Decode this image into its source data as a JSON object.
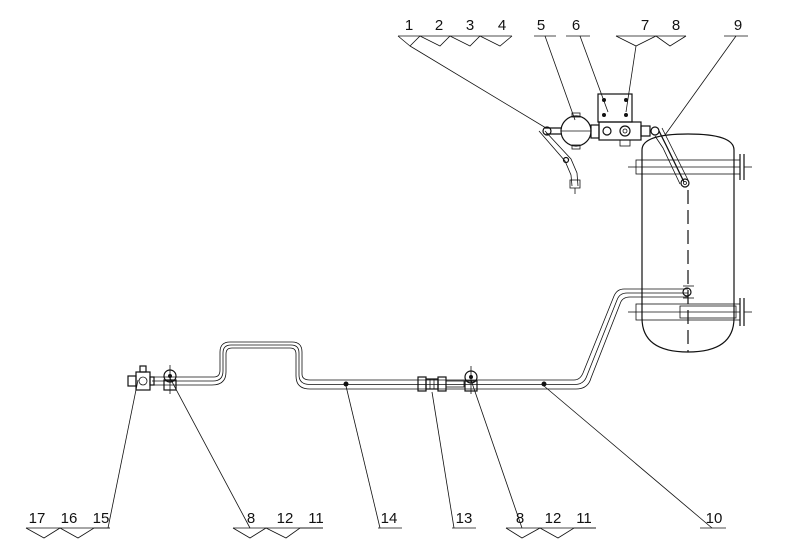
{
  "callouts_top": [
    "1",
    "2",
    "3",
    "4",
    "5",
    "6",
    "7",
    "8",
    "9"
  ],
  "callouts_bottom": [
    "17",
    "16",
    "15",
    "8",
    "12",
    "11",
    "14",
    "13",
    "8",
    "12",
    "11",
    "10"
  ]
}
